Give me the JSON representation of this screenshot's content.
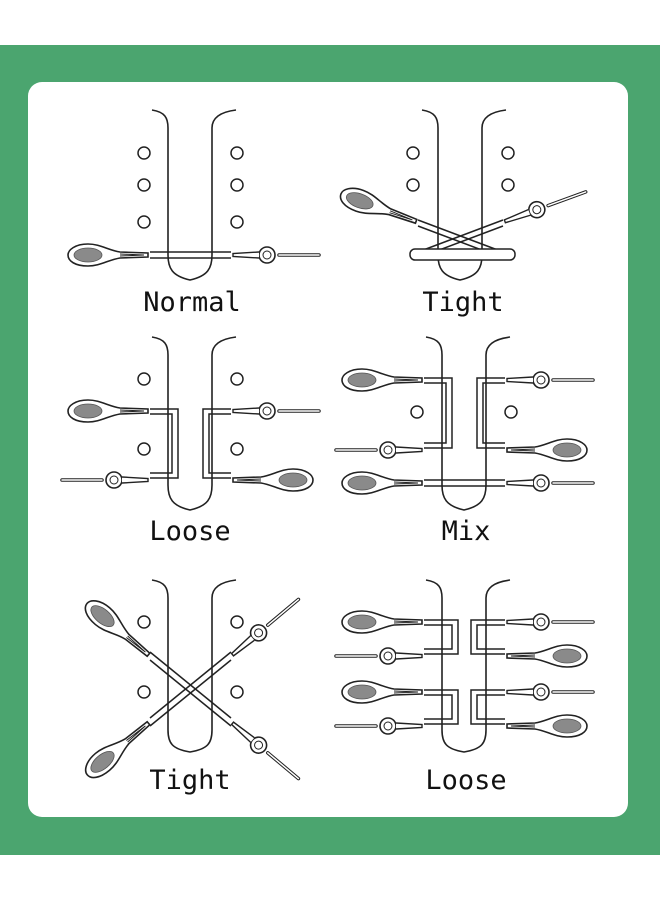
{
  "panels": [
    {
      "label": "Normal"
    },
    {
      "label": "Tight"
    },
    {
      "label": "Loose"
    },
    {
      "label": "Mix"
    },
    {
      "label": "Tight"
    },
    {
      "label": "Loose"
    }
  ],
  "colors": {
    "frame": "#4ba56f",
    "card": "#ffffff",
    "line": "#222222",
    "lace_fill": "#8a8a8a"
  },
  "icons": [
    "eyelet-icon",
    "lace-lock-icon",
    "lace-bead-icon"
  ]
}
